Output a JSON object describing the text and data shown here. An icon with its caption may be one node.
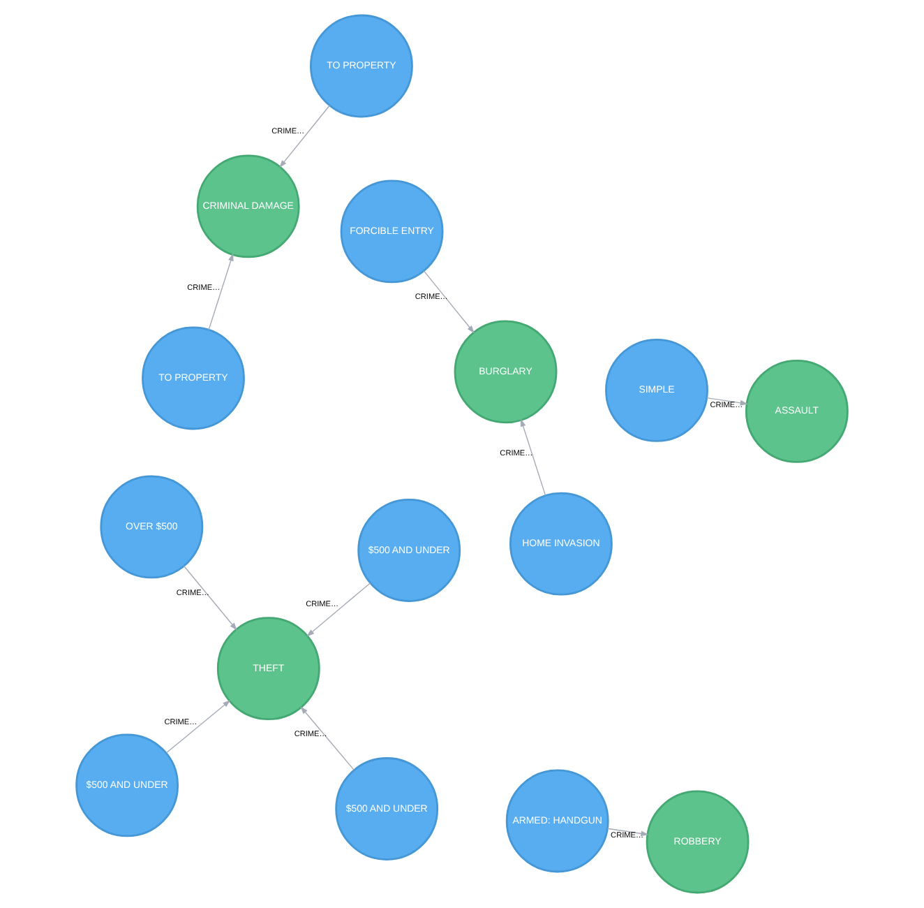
{
  "diagram": {
    "nodes": [
      {
        "text": [
          "FORCIBLE ENTRY"
        ]
      },
      {
        "text": [
          "BURGLARY"
        ]
      },
      {
        "text": [
          "HOME INVASION"
        ]
      },
      {
        "text": [
          "CRIMINAL DAMAGE"
        ]
      },
      {
        "text": [
          "$500 AND UNDER"
        ]
      },
      {
        "text": [
          "$500 AND UNDER"
        ]
      },
      {
        "text": [
          "THEFT"
        ]
      },
      {
        "text": [
          "TO PROPERTY"
        ]
      },
      {
        "text": [
          "TO PROPERTY"
        ]
      },
      {
        "text": [
          "OVER $500"
        ]
      },
      {
        "text": [
          "$500 AND UNDER"
        ]
      },
      {
        "text": [
          "ARMED: HANDGUN"
        ]
      },
      {
        "text": [
          "ROBBERY"
        ]
      },
      {
        "text": [
          "SIMPLE"
        ]
      },
      {
        "text": [
          "ASSAULT"
        ]
      }
    ],
    "edges": [
      {
        "from": 0,
        "to": 1,
        "arrow": "to",
        "label": "CRIME…"
      },
      {
        "from": 2,
        "to": 1,
        "arrow": "to",
        "label": "CRIME…"
      },
      {
        "from": 7,
        "to": 3,
        "arrow": "to",
        "label": "CRIME…"
      },
      {
        "from": 8,
        "to": 3,
        "arrow": "to",
        "label": "CRIME…"
      },
      {
        "from": 4,
        "to": 6,
        "arrow": "to",
        "label": "CRIME…"
      },
      {
        "from": 5,
        "to": 6,
        "arrow": "to",
        "label": "CRIME…"
      },
      {
        "from": 9,
        "to": 6,
        "arrow": "to",
        "label": "CRIME…"
      },
      {
        "from": 10,
        "to": 6,
        "arrow": "to",
        "label": "CRIME…"
      },
      {
        "from": 11,
        "to": 12,
        "arrow": "to",
        "label": "CRIME…"
      },
      {
        "from": 13,
        "to": 14,
        "arrow": "to",
        "label": "CRIME…"
      }
    ]
  }
}
